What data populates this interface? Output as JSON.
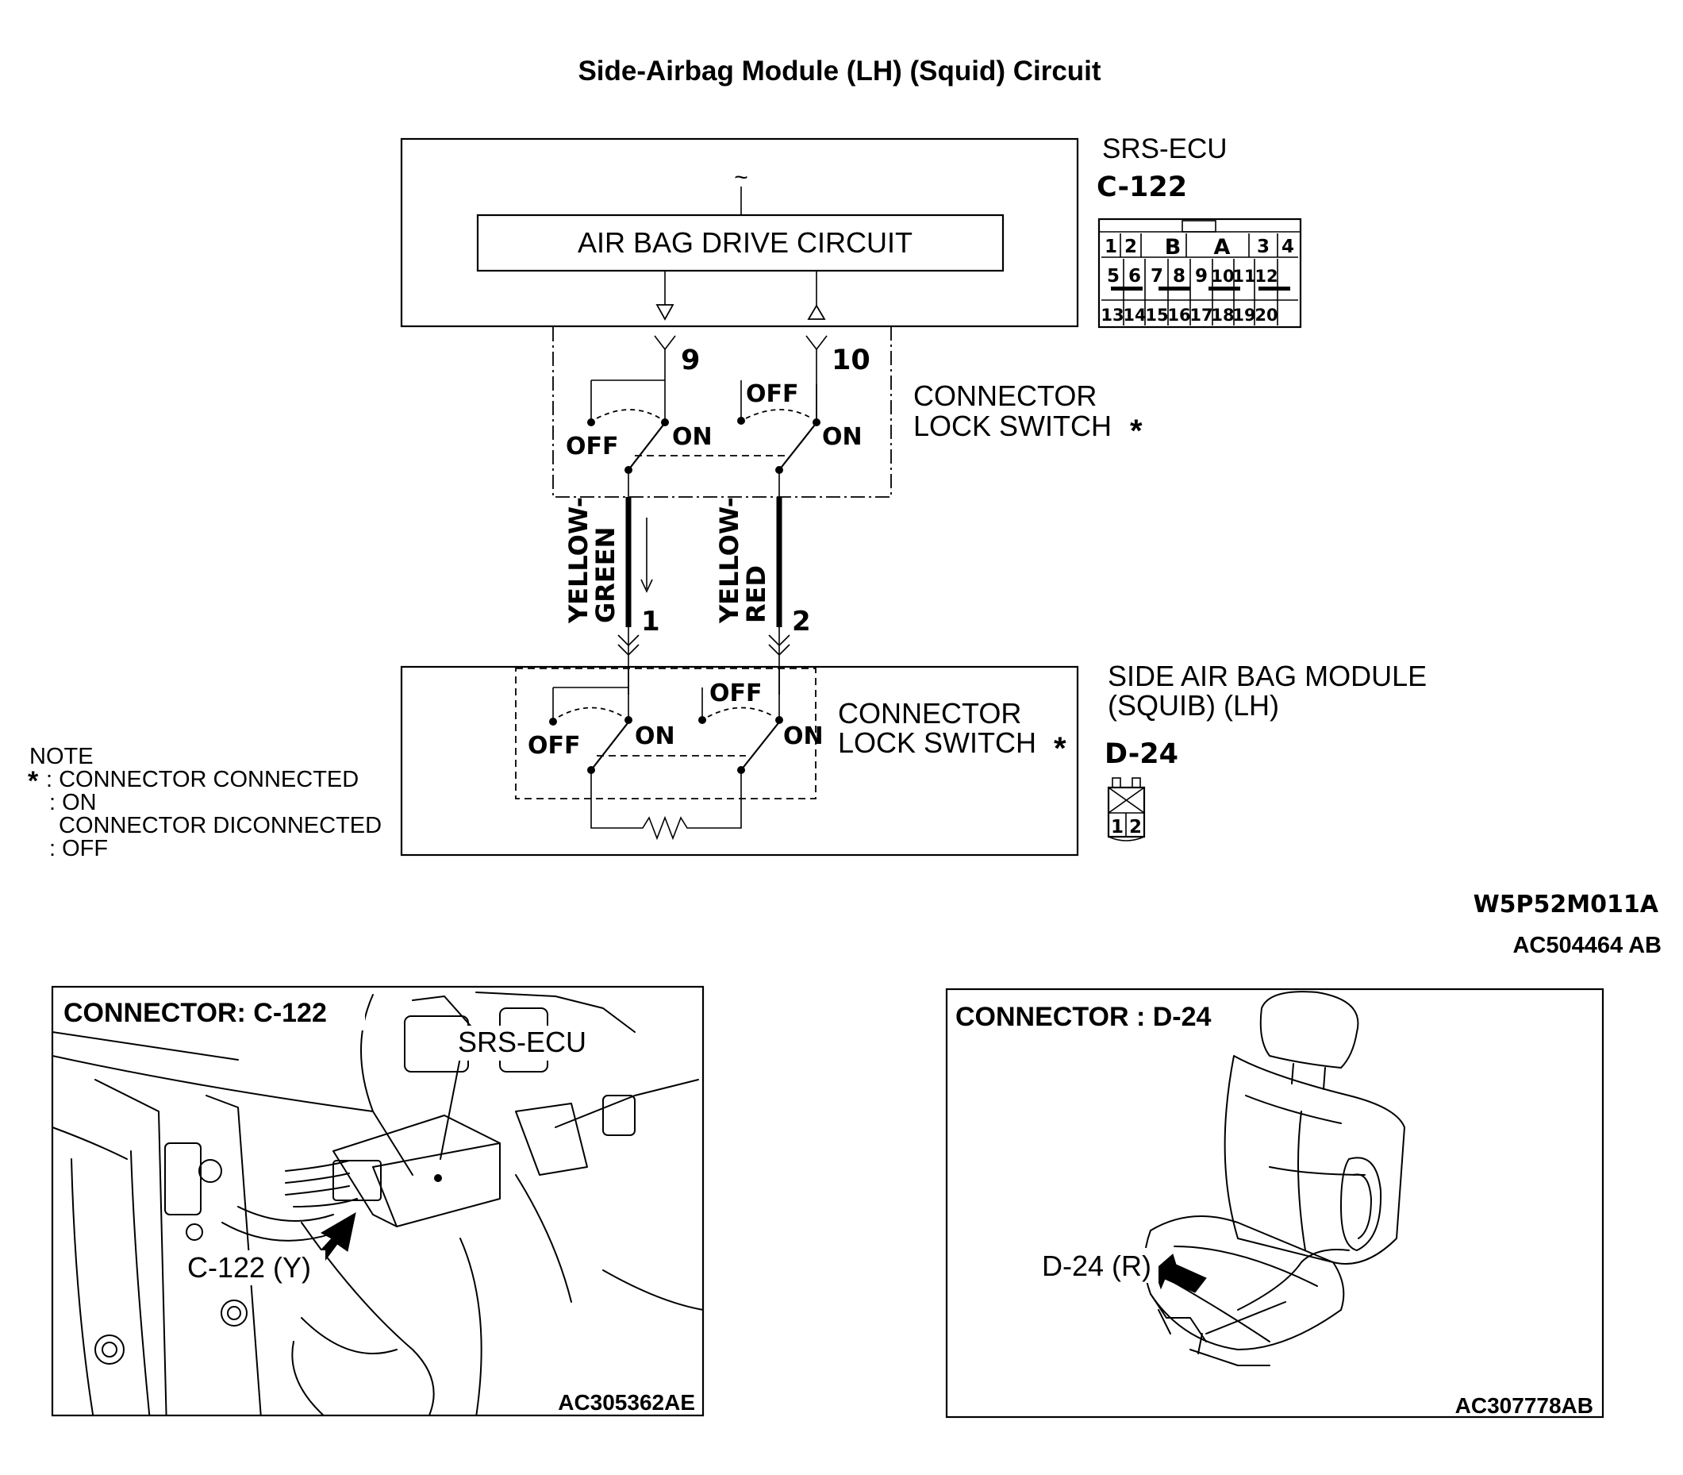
{
  "title": "Side-Airbag Module (LH) (Squid) Circuit",
  "srs_ecu": {
    "name": "SRS-ECU",
    "connector": "C-122",
    "inner_block": "AIR BAG DRIVE CIRCUIT",
    "symbol": "~",
    "pin_a": "9",
    "pin_b": "10",
    "pin_grid": {
      "row1": [
        "1",
        "2",
        "B",
        "A",
        "3",
        "4"
      ],
      "row2": [
        "5",
        "6",
        "7",
        "8",
        "9",
        "10",
        "11",
        "12"
      ],
      "row3": [
        "13",
        "14",
        "15",
        "16",
        "17",
        "18",
        "19",
        "20"
      ]
    }
  },
  "lock_switch_upper": {
    "label_line1": "CONNECTOR",
    "label_line2": "LOCK SWITCH",
    "asterisk": "*",
    "off_left": "OFF",
    "on_left": "ON",
    "off_right": "OFF",
    "on_right": "ON"
  },
  "wires": [
    {
      "color_line1": "YELLOW-",
      "color_line2": "GREEN",
      "pin": "1"
    },
    {
      "color_line1": "YELLOW-",
      "color_line2": "RED",
      "pin": "2"
    }
  ],
  "module": {
    "name_line1": "SIDE AIR BAG MODULE",
    "name_line2": "(SQUIB) (LH)",
    "connector": "D-24",
    "pins": [
      "1",
      "2"
    ],
    "lock_label_line1": "CONNECTOR",
    "lock_label_line2": "LOCK SWITCH",
    "asterisk": "*",
    "off_left": "OFF",
    "on_left": "ON",
    "off_right": "OFF",
    "on_right": "ON"
  },
  "note": {
    "heading": "NOTE",
    "asterisk": "*",
    "line1": ": CONNECTOR CONNECTED",
    "line2": ": ON",
    "line3": "CONNECTOR DICONNECTED",
    "line4": ": OFF"
  },
  "codes": {
    "code1": "W5P52M011A",
    "code2": "AC504464 AB"
  },
  "panel_left": {
    "title": "CONNECTOR: C-122",
    "callout_ecu": "SRS-ECU",
    "callout_connector": "C-122 (Y)",
    "code": "AC305362AE"
  },
  "panel_right": {
    "title": "CONNECTOR : D-24",
    "callout_connector": "D-24 (R)",
    "code": "AC307778AB"
  }
}
